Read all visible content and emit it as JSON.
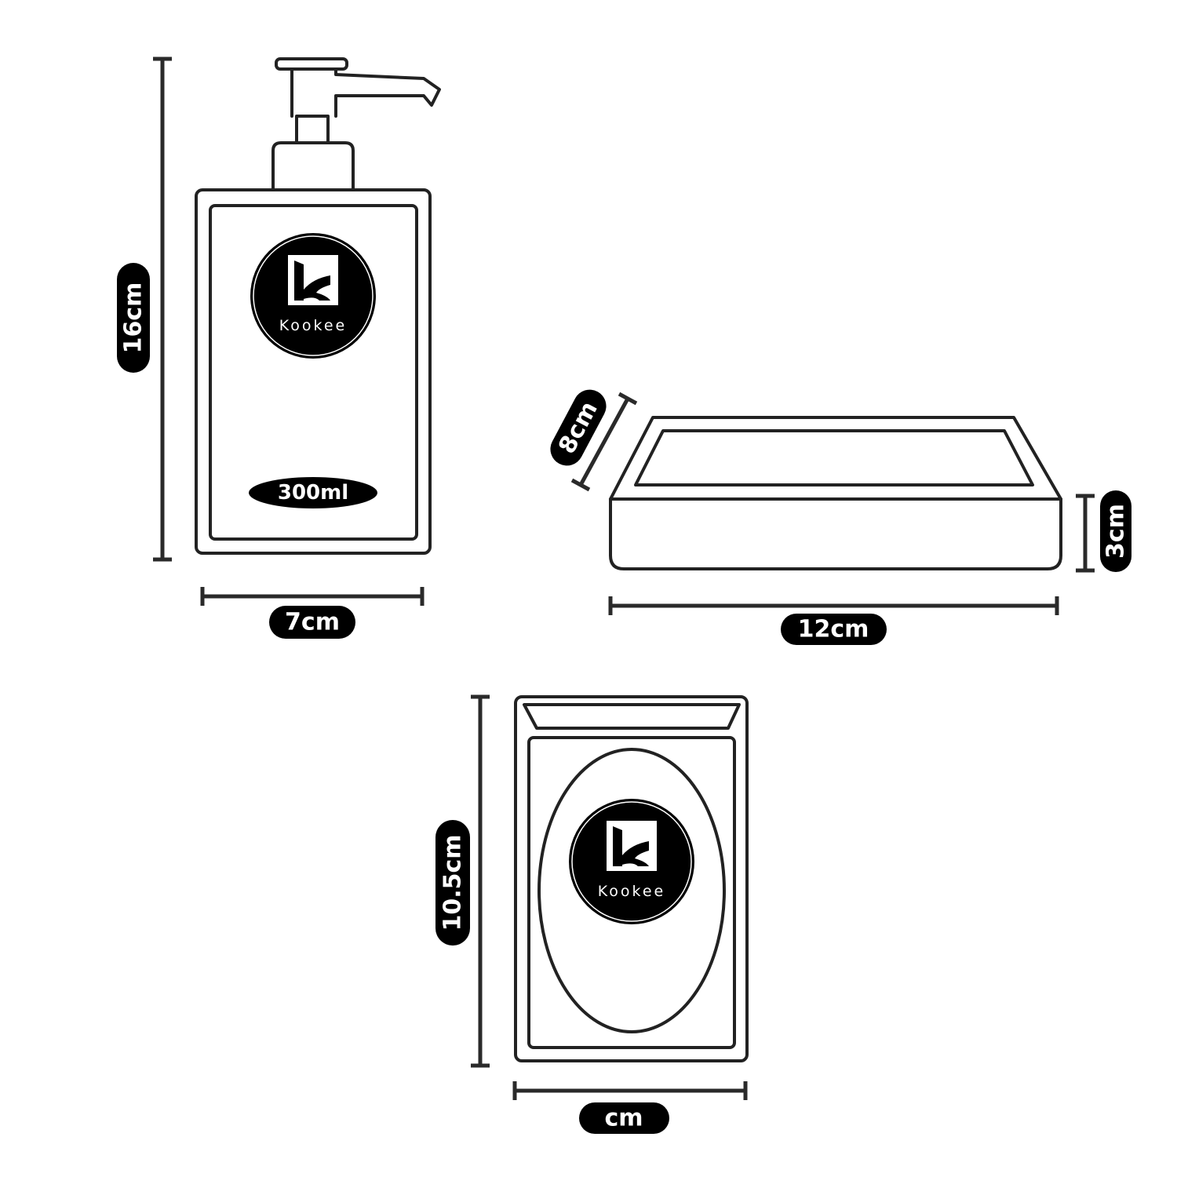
{
  "brand": "Kookee",
  "colors": {
    "line": "#222222",
    "label_bg": "#000000",
    "label_text": "#ffffff"
  },
  "dispenser": {
    "height_label": "16cm",
    "width_label": "7cm",
    "capacity_label": "300ml"
  },
  "soap_dish": {
    "depth_label": "8cm",
    "height_label": "3cm",
    "width_label": "12cm"
  },
  "tumbler": {
    "height_label": "10.5cm",
    "width_label": "cm"
  }
}
